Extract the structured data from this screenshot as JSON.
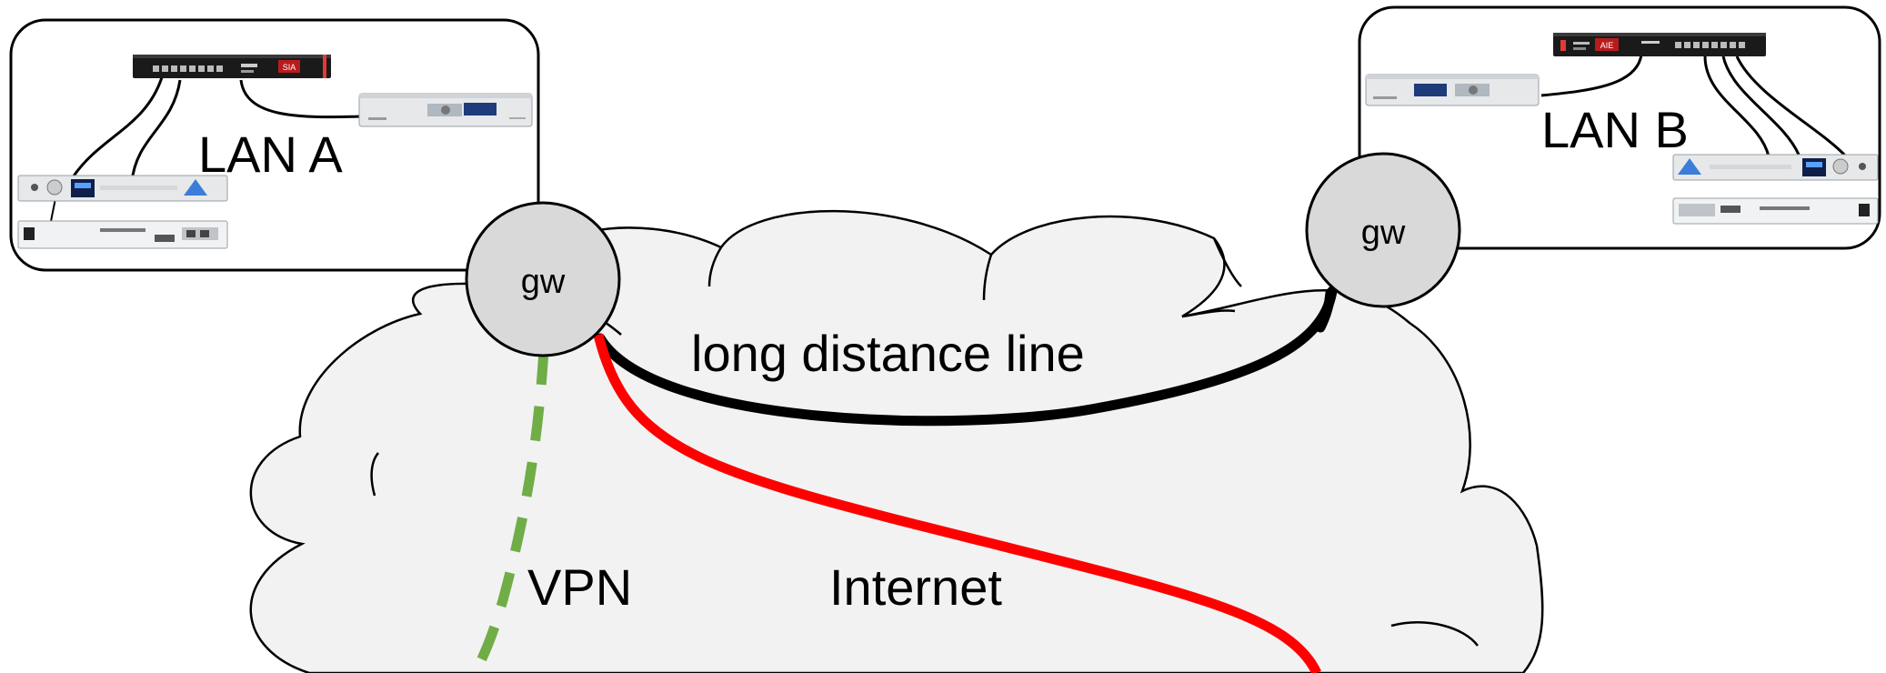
{
  "labels": {
    "lan_a": "LAN A",
    "lan_b": "LAN B",
    "gateway_a": "gw",
    "gateway_b": "gw",
    "long_distance": "long distance line",
    "vpn": "VPN",
    "internet": "Internet"
  },
  "devices": {
    "switch_a_text": "SIA",
    "switch_b_text": "AIE"
  },
  "colors": {
    "cloud_fill": "#f2f2f2",
    "cloud_stroke": "#000000",
    "gateway_fill": "#d9d9d9",
    "long_distance_line": "#000000",
    "internet_line": "#ff0000",
    "vpn_line": "#70ad47",
    "switch_body": "#1a1a1a",
    "device_body": "#e6e8ea",
    "device_display": "#1f3b7a"
  }
}
